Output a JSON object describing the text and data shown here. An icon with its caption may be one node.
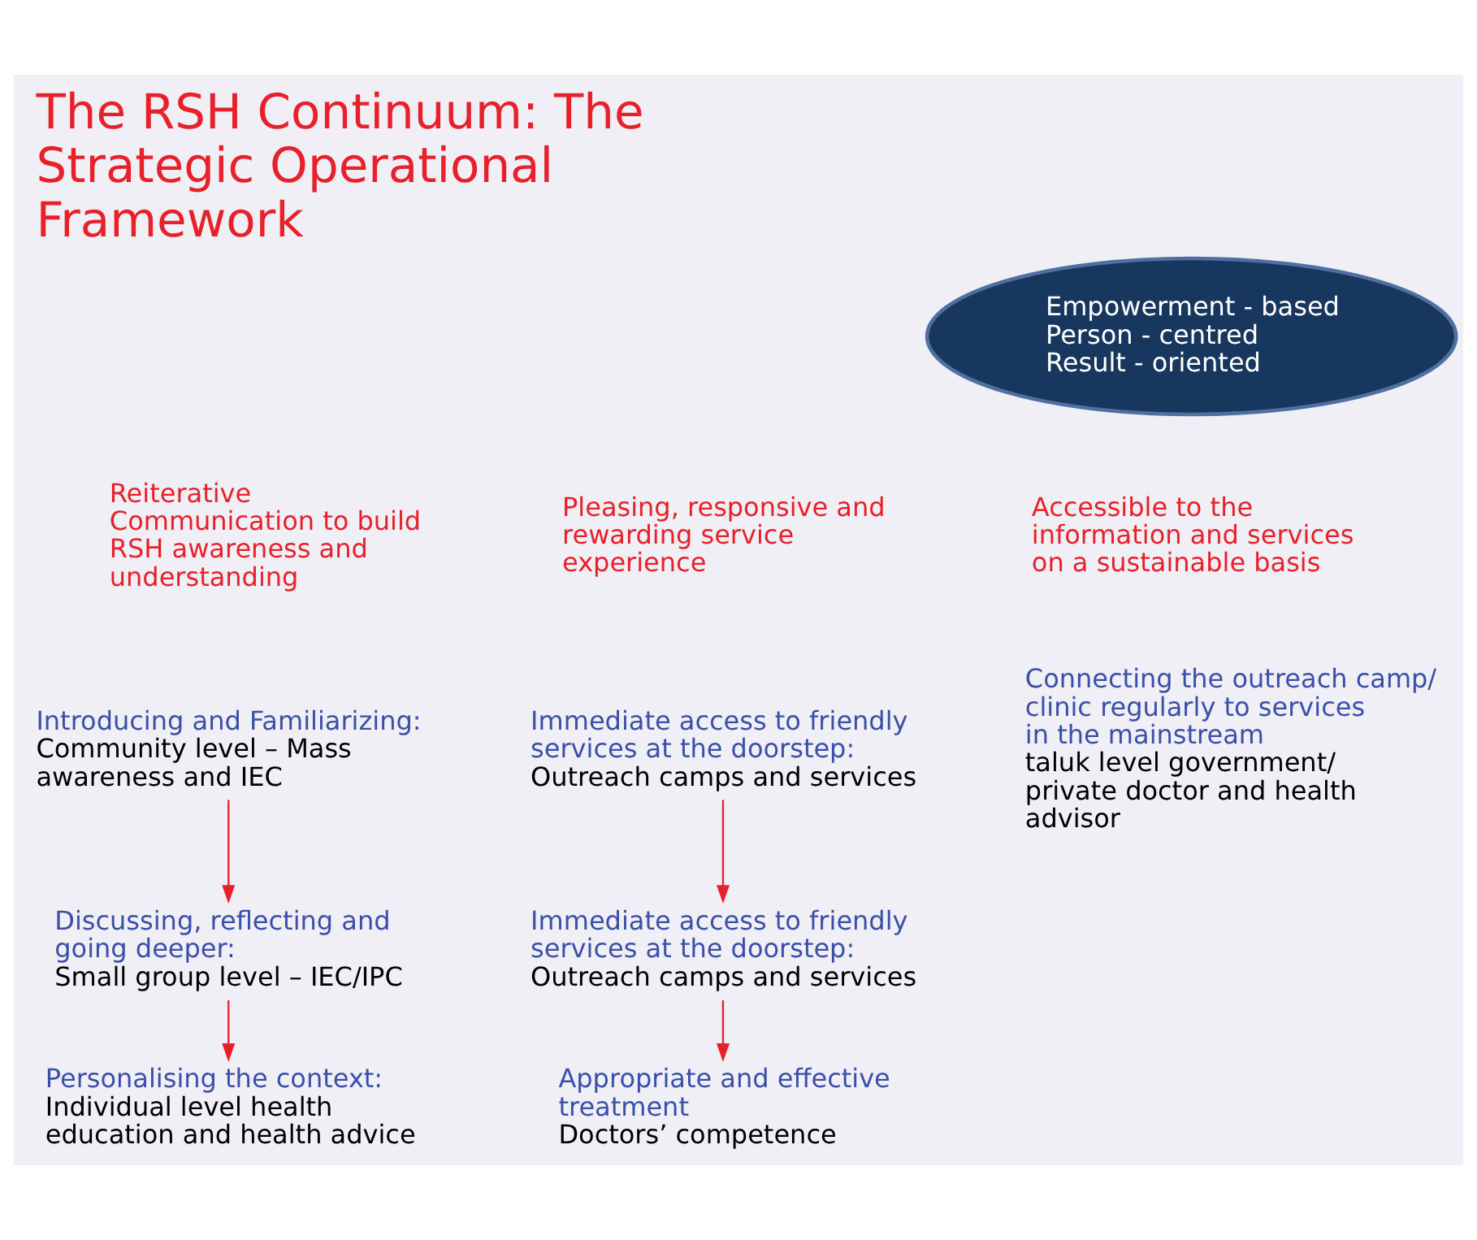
{
  "diagram": {
    "title": "The RSH Continuum: The Strategic Operational Framework",
    "nodes": [
      {
        "text": [
          "Empowerment - based",
          "Person - centred",
          "Result - oriented"
        ]
      },
      {
        "text": [
          "Introducing and Familiarizing:",
          "Community level – Mass awareness and IEC"
        ]
      },
      {
        "text": [
          "Discussing, reflecting and going deeper:",
          "Small group level – IEC/IPC"
        ]
      },
      {
        "text": [
          "Personalising the context:",
          "Individual level health education and health advice"
        ]
      },
      {
        "text": [
          "Immediate access to friendly services at the doorstep:",
          "Outreach camps and services"
        ]
      },
      {
        "text": [
          "Immediate access to friendly services at the doorstep:",
          "Outreach camps and services"
        ]
      },
      {
        "text": [
          "Appropriate and effective treatment",
          "Doctors’ competence"
        ]
      },
      {
        "text": [
          "Connecting the outreach camp/ clinic regularly to services in the mainstream",
          "taluk level government/ private doctor and health advisor"
        ]
      }
    ],
    "edges": [
      {
        "from": 1,
        "to": 2,
        "arrow": "to"
      },
      {
        "from": 2,
        "to": 3,
        "arrow": "to"
      },
      {
        "from": 4,
        "to": 5,
        "arrow": "to"
      },
      {
        "from": 5,
        "to": 6,
        "arrow": "to"
      }
    ],
    "labels": [
      "Pleasing, responsive and rewarding service experience",
      "Reiterative Communication to build RSH awareness and understanding",
      "Accessible to the information and services on a sustainable basis"
    ]
  }
}
